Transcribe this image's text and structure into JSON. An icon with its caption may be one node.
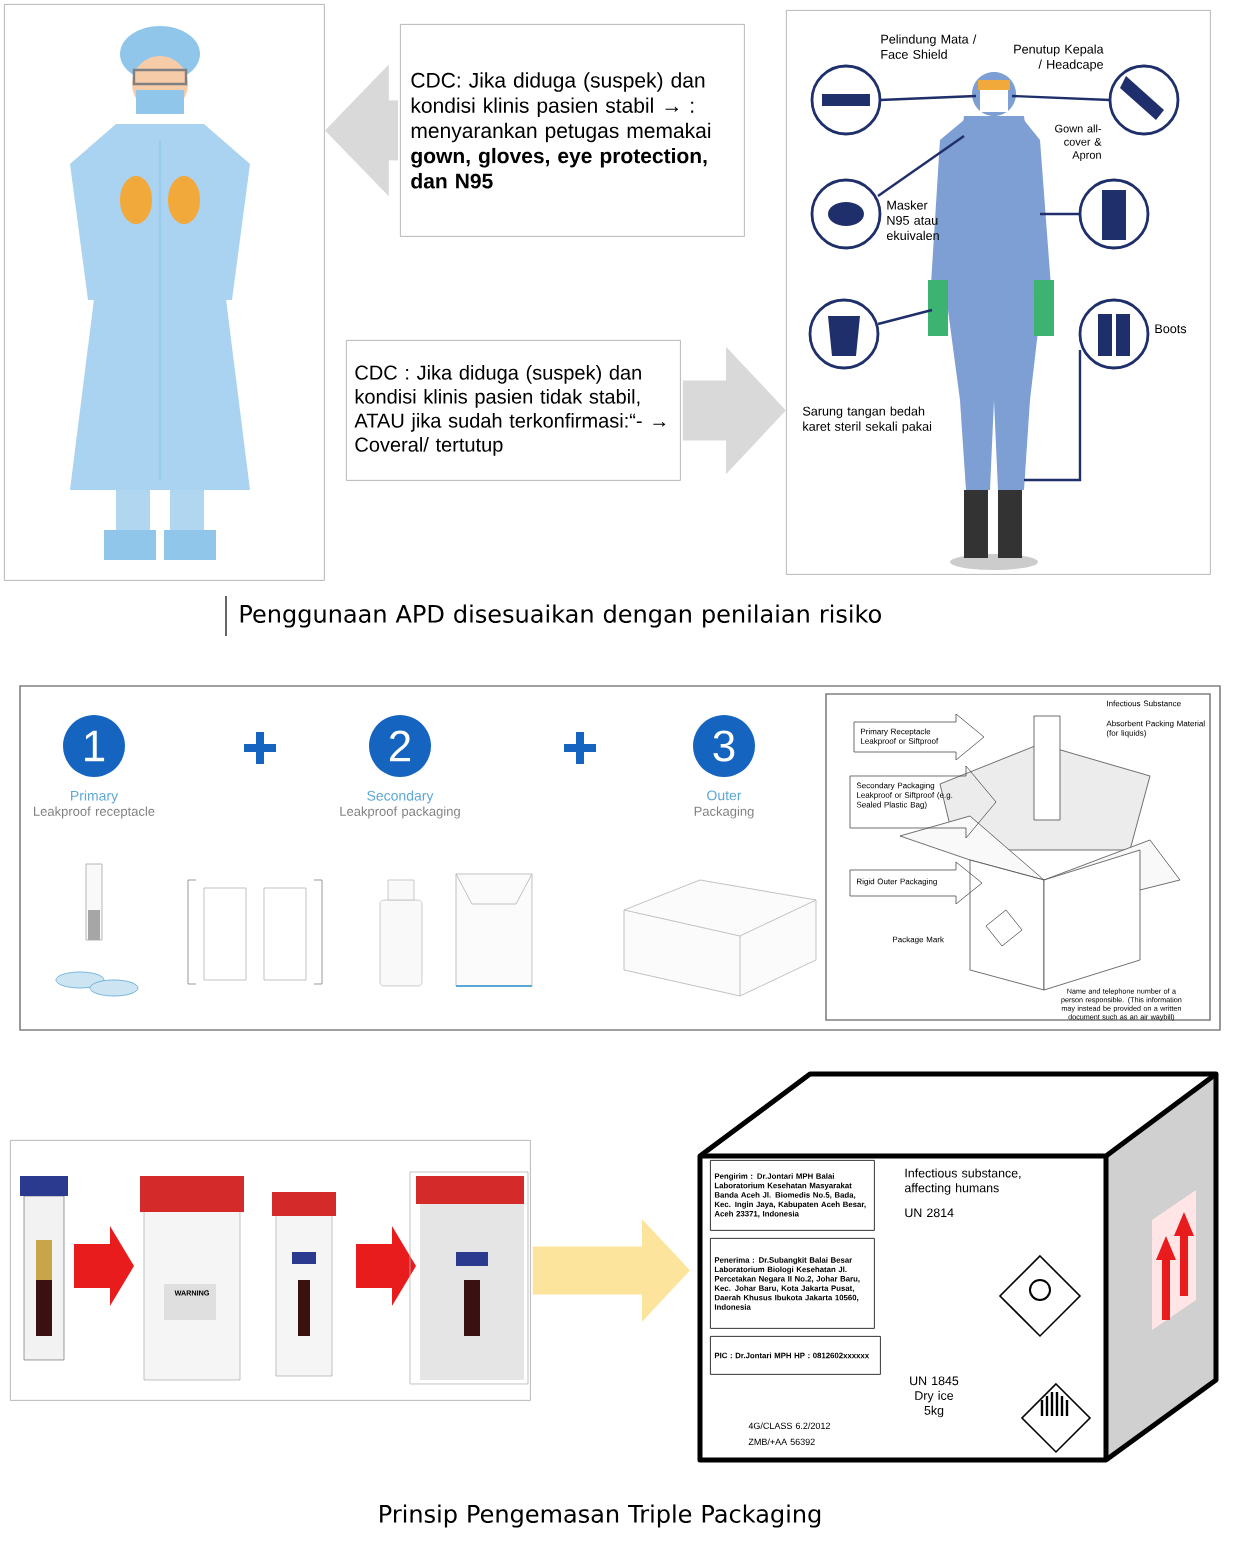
{
  "diagram": {
    "nodes": [
      {
        "text": [],
        "shape": "picture"
      },
      {
        "text": [
          "CDC: Jika diduga (suspek) dan kondisi klinis pasien stabil → : menyarankan petugas memakai **gown, gloves, eye protection, dan N95**"
        ]
      },
      {
        "text": [
          "CDC : Jika diduga (suspek) dan kondisi klinis pasien tidak stabil, ATAU jika sudah terkonfirmasi:“- → Coveral/ tertutup"
        ]
      },
      {
        "text": [],
        "shape": "picture"
      },
      {
        "text": [],
        "shape": "picture"
      },
      {
        "text": [],
        "shape": "picture"
      },
      {
        "text": [
          "Pengirim : Dr.Jontari MPH Balai Laboratorium Kesehatan Masyarakat Banda Aceh Jl. Biomedis No.5, Bada, Kec. Ingin Jaya, Kabupaten Aceh Besar, Aceh 23371, Indonesia"
        ],
        "in": 5
      },
      {
        "text": [
          "Penerima : Dr.Subangkit Balai Besar Laboratorium Biologi Kesehatan Jl. Percetakan Negara II No.2, Johar Baru, Kec. Johar Baru, Kota Jakarta Pusat, Daerah Khusus Ibukota Jakarta 10560, Indonesia"
        ],
        "in": 5
      },
      {
        "text": [
          "PIC : Dr.Jontari MPH HP : 0812602xxxxxx"
        ],
        "in": 5
      }
    ],
    "edges": [
      {
        "from": 1,
        "to": 0,
        "arrow": "to"
      },
      {
        "from": 2,
        "to": 3,
        "arrow": "to"
      },
      {
        "from": 4,
        "to": 5,
        "arrow": "to",
        "color": "#fde49c"
      }
    ],
    "labels": [
      "Pelindung Mata / Face Shield",
      "Penutup Kepala / Headcape",
      "Masker N95 atau ekuivalen",
      "Gown all-cover & Apron",
      "Boots",
      "Sarung tangan bedah karet steril sekali pakai",
      "Penggunaan APD disesuaikan dengan penilaian risiko",
      "1",
      "Primary",
      "Leakproof receptacle",
      "2",
      "Secondary",
      "Leakproof packaging",
      "3",
      "Outer",
      "Packaging",
      "Infectious Substance",
      "Primary Receptacle Leakproof or Siftproof",
      "Absorbent Packing Material (for liquids)",
      "Secondary Packaging Leakproof or Siftproof (e.g. Sealed Plastic Bag)",
      "Rigid Outer Packaging",
      "Package Mark",
      "Name and telephone number of a person responsible. (This information may instead be provided on a written document such as an air waybill)",
      "WARNING",
      "Infectious substance, affecting humans",
      "UN 2814",
      "UN 1845 Dry ice 5kg",
      "4G/CLASS 6.2/2012",
      "ZMB/+AA 56392",
      "Prinsip Pengemasan Triple Packaging"
    ]
  }
}
